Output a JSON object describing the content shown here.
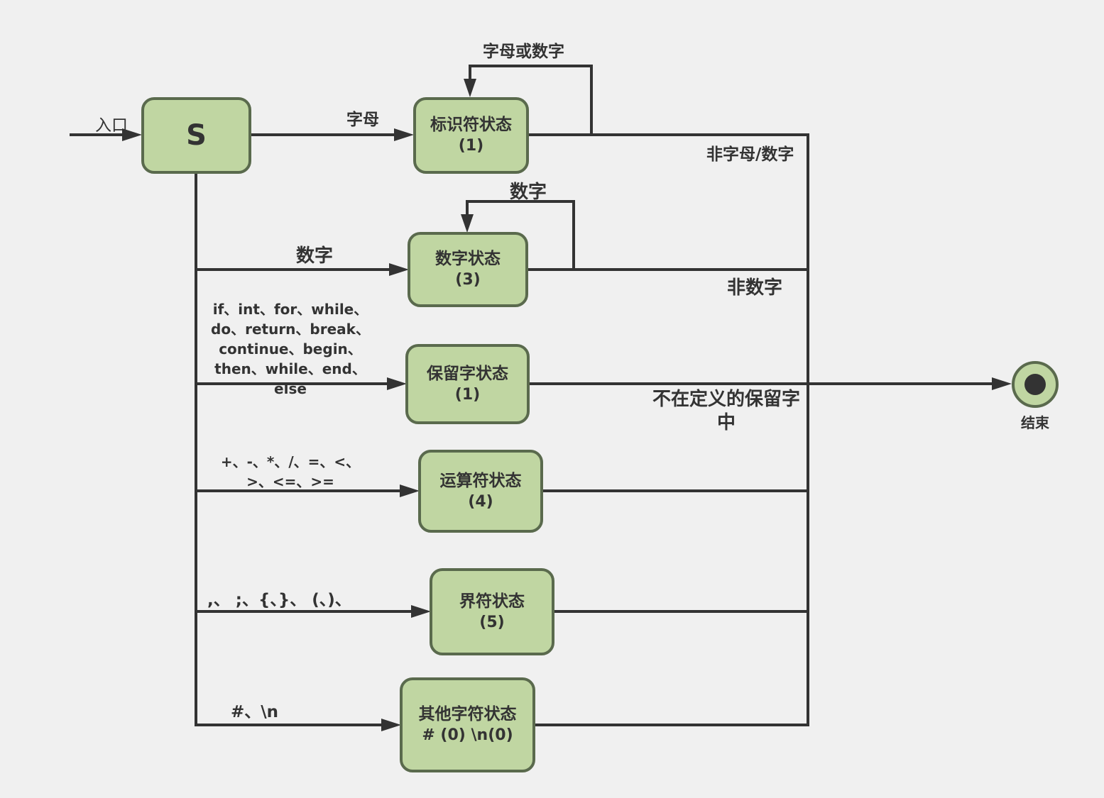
{
  "entry_label": "入口",
  "start": {
    "label": "S"
  },
  "states": [
    {
      "id": "identifier",
      "name": "标识符状态",
      "code": "(1)"
    },
    {
      "id": "number",
      "name": "数字状态",
      "code": "(3)"
    },
    {
      "id": "reserved",
      "name": "保留字状态",
      "code": "(1)"
    },
    {
      "id": "operator",
      "name": "运算符状态",
      "code": "(4)"
    },
    {
      "id": "delimiter",
      "name": "界符状态",
      "code": "(5)"
    },
    {
      "id": "other",
      "name": "其他字符状态",
      "code": "# (0) \\n(0)"
    }
  ],
  "end": {
    "label": "结束"
  },
  "edge_labels": {
    "to_identifier": "字母",
    "identifier_loop": "字母或数字",
    "identifier_exit": "非字母/数字",
    "to_number": "数字",
    "number_loop": "数字",
    "number_exit": "非数字",
    "to_reserved": "if、int、for、while、\ndo、return、break、\ncontinue、begin、\nthen、while、end、\nelse",
    "reserved_exit": "不在定义的保留字\n中",
    "to_operator": "+、-、*、/、=、<、\n>、<=、>=",
    "to_delimiter": ",、 ;、{、}、 (、)、",
    "to_other": "#、\\n"
  }
}
